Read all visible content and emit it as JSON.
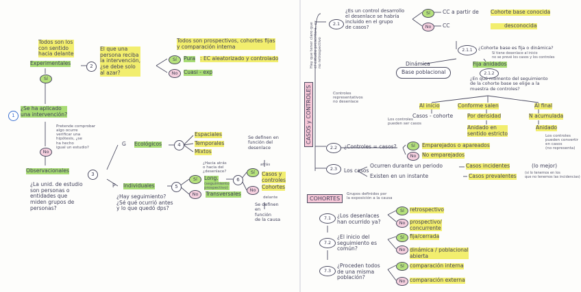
{
  "colors": {
    "yellow": "#f2ee6e",
    "green": "#a8dc74",
    "pink": "#f6c7d7",
    "ink": "#3e3e58"
  },
  "left": {
    "root_num": "1",
    "root_q": "¿Se ha aplicado\nuna intervención?",
    "si": "Sí",
    "no": "No",
    "experimentales": "Experimentales",
    "todos_con": "Todos son los\ncon sentido\nhacia delante",
    "n2": "2",
    "q2": "El que una\npersona reciba\nla intervención,\n¿se debe solo\nal azar?",
    "pura": "Pura",
    "pura_desc": ": EC aleatorizado y controlado",
    "cuasi": "Cuasi - exp",
    "todos_prosp": "Todos son prospectivos, cohortes fijas\ny comparación interna",
    "pretende": "Pretende comprobar\nalgo ocurre\nverificar una\nhipótesis, ¿se\nha hecho\nigual un estudio?",
    "observacionales": "Observacionales",
    "n3": "3",
    "q3": "¿La unid. de estudio\nson personas o\nentidades que\nmiden grupos de\npersonas?",
    "g": "G",
    "ecologicos": "Ecológicos",
    "n4": "4",
    "espaciales": "Espaciales",
    "temporales": "Temporales",
    "mixtos": "Mixtos",
    "p": "P",
    "individuales": "Individuales",
    "n5": "5",
    "q5": "¿Hay seguimiento?\n¿Sé qué ocurrió antes\ny lo que quedó dps?",
    "longi": "Long.",
    "longi_sub": "(seguimiento\nprospectivo)",
    "hacia": "¿Hacia atrás\no hacia del\n¿desenlace?",
    "transversales": "Transversales",
    "n6": "6",
    "casos_ctrl": "Casos y\ncontroles",
    "cohortes": "Cohortes",
    "atras": "atrás",
    "delante": "delante",
    "se_def_des": "Se definen en\nfunción del\ndesenlace",
    "se_def_causa": "Se definen\nen\nfunción\nde la causa"
  },
  "right": {
    "vertical_label": "CASOS y CONTROLES",
    "top_note": "Hay que tener claro que\nel estudio presentará, ex\nno retrospectivo",
    "n21": "2.1",
    "q21": "¿Es un control desarrollo\nel desenlace se habría\nincluido en el grupo\nde casos?",
    "si": "Sí",
    "no": "No",
    "cc_a": "CC a partir de",
    "cohorte_base_conocida": "Cohorte base conocida",
    "cc_b": "CC",
    "desconocida": "desconocida",
    "n211": "2.1.1",
    "q211": "¿Cohorte base es fija o dinámica?",
    "notes211": "Sí tiene desenlace al inicio\nno se prevé los casos y los controles",
    "dinamica": "Dinámica",
    "base_pob": "Base poblacional",
    "fija_anidados": "Fija anidados",
    "n212": "2.1.2",
    "q212": "¿En qué momento del seguimiento\nde la cohorte base se elige a la\nmuestra de controles?",
    "controles_repr": "Controles\nrepresentativos\nno desenlace",
    "al_inicio": "Al inicio",
    "casos_cohorte": "Casos - cohorte",
    "conforme": "Conforme salen",
    "por_densidad": "Por densidad",
    "anidado_sentido": "Anidado en\nsentido estricto",
    "al_final": "Al final",
    "n_acumulada": "N acumulada",
    "anidado": "Anidado",
    "los_controles": "Los controles\npueden ser casos",
    "los_controles2": "Los controles\npueden convertir\nen casos\n(no representa)",
    "n22": "2.2",
    "q22": "¿Controles = casos?",
    "emparejados": "Emparejados o apareados",
    "no_emparejados": "No emparejados",
    "n23": "2.3",
    "los_casos": "Los casos",
    "ocurren": "Ocurren durante un periodo",
    "incidentes": "Casos incidentes",
    "incidentes_note": "(lo mejor)",
    "existen": "Existen en un instante",
    "prevalentes": "Casos prevalentes",
    "prevalentes_note": "(si lo tenemos en los\nque no tenemos las incidencias)"
  },
  "cohortes": {
    "title": "COHORTES",
    "desc": "Grupos definidos por\nla exposición a la causa",
    "n71": "7.1",
    "q71": "¿Los desenlaces\nhan ocurrido ya?",
    "retrospectivo": "retrospectivo",
    "prospectivo": "prospectivo/\nconcurrente",
    "n72": "7.2",
    "q72": "¿El inicio del\nseguimiento es\ncomún?",
    "fija": "fija/cerrada",
    "dinamica": "dinámica / poblacional\nabierta",
    "n73": "7.3",
    "q73": "¿Proceden todos\nde una misma\npoblación?",
    "interna": "comparación interna",
    "externa": "comparación externa",
    "si": "Sí",
    "no": "No"
  }
}
